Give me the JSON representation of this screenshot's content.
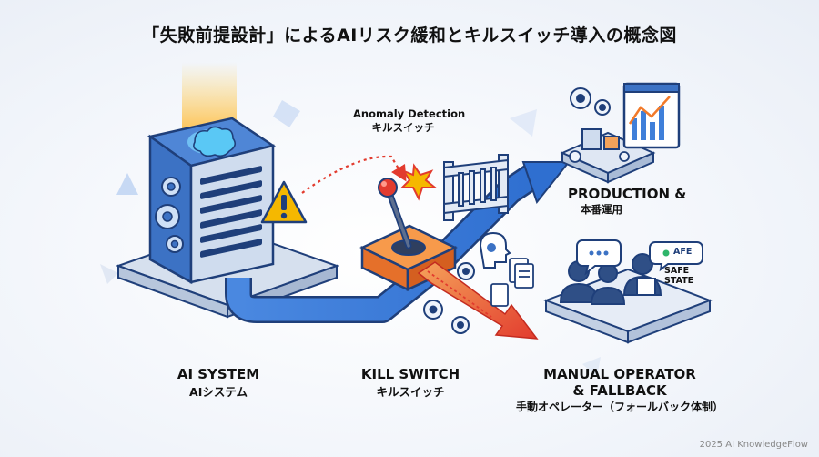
{
  "title": "「失敗前提設計」によるAIリスク緩和とキルスイッチ導入の概念図",
  "anomaly": {
    "en": "Anomaly Detection",
    "ja": "キルスイッチ"
  },
  "production": {
    "en": "PRODUCTION &",
    "ja": "本番運用"
  },
  "safe_state": {
    "badge": "AFE",
    "line1": "SAFE",
    "line2": "STATE"
  },
  "ai_system": {
    "en": "AI SYSTEM",
    "ja": "AIシステム"
  },
  "kill_switch": {
    "en": "KILL SWITCH",
    "ja": "キルスイッチ"
  },
  "manual": {
    "en1": "MANUAL OPERATOR",
    "en2": "& FALLBACK",
    "ja": "手動オペレーター（フォールバック体制）"
  },
  "footer": "2025 AI KnowledgeFlow",
  "colors": {
    "blue_dark": "#1f3f7a",
    "blue_mid": "#3f7fd9",
    "orange": "#f27a2a",
    "red": "#e23b2e",
    "yellow": "#f5b800",
    "gray": "#c9d4e3"
  }
}
